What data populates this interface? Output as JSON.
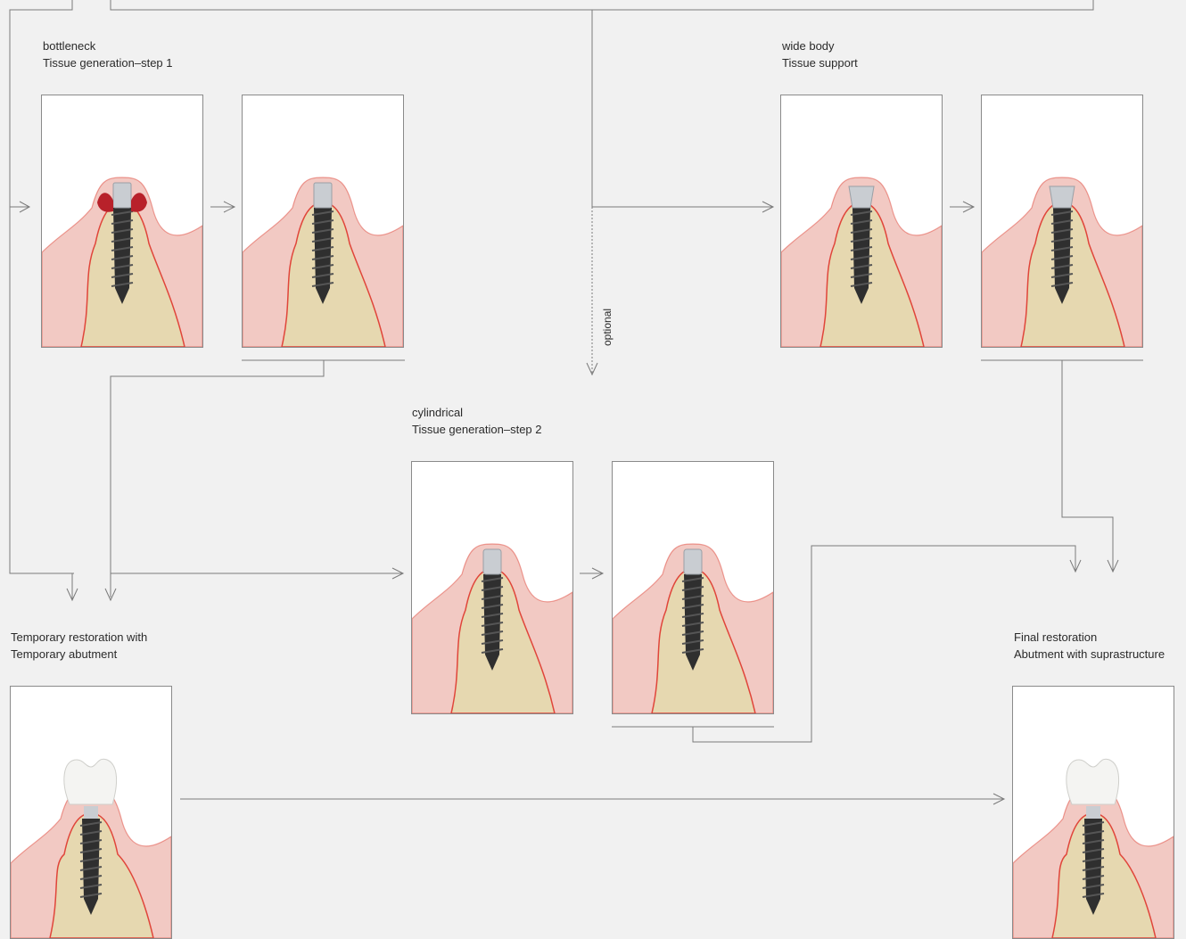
{
  "colors": {
    "background": "#f1f1f1",
    "gum": "#f2c9c3",
    "gum_line": "#e0453a",
    "bone": "#e6d8b0",
    "implant": "#2f2f2f",
    "abutment": "#c9cdd2",
    "crown": "#f4f4f2",
    "connector": "#7a7a7a"
  },
  "captions": {
    "bottleneck": {
      "line1": "bottleneck",
      "line2": "Tissue generation–step 1"
    },
    "wide_body": {
      "line1": "wide body",
      "line2": "Tissue support"
    },
    "cylindrical": {
      "line1": "cylindrical",
      "line2": "Tissue generation–step 2"
    },
    "temporary": {
      "line1": "Temporary restoration with",
      "line2": "Temporary abutment"
    },
    "final": {
      "line1": "Final restoration",
      "line2": "Abutment with suprastructure"
    }
  },
  "optional_label": "optional",
  "panels": [
    {
      "id": "bottleneck-before",
      "abutment": "bottleneck",
      "state": "healing"
    },
    {
      "id": "bottleneck-after",
      "abutment": "bottleneck",
      "state": "healed"
    },
    {
      "id": "widebody-before",
      "abutment": "wide-body",
      "state": "healing"
    },
    {
      "id": "widebody-after",
      "abutment": "wide-body",
      "state": "healed"
    },
    {
      "id": "cylindrical-before",
      "abutment": "cylindrical",
      "state": "healing"
    },
    {
      "id": "cylindrical-after",
      "abutment": "cylindrical",
      "state": "healed"
    },
    {
      "id": "temporary-crown",
      "abutment": "crown",
      "state": "restored"
    },
    {
      "id": "final-crown",
      "abutment": "crown",
      "state": "restored"
    }
  ]
}
